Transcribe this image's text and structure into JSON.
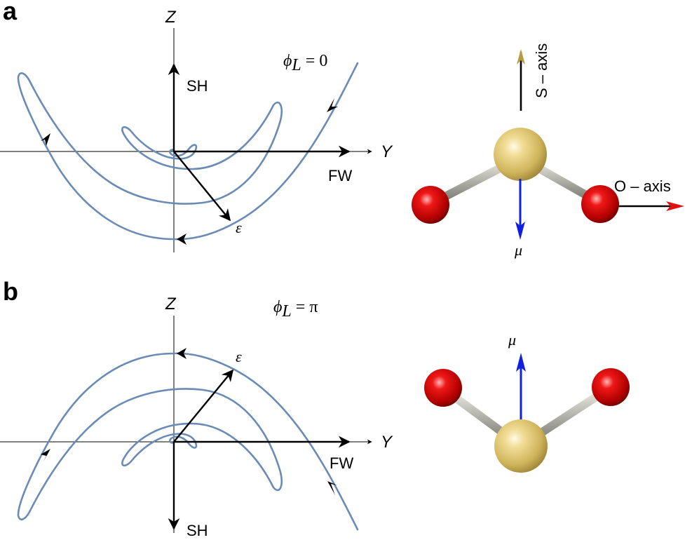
{
  "panel_a": {
    "letter": "a",
    "z_label": "Z",
    "y_label": "Y",
    "sh_label": "SH",
    "fw_label": "FW",
    "eps_label": "ε",
    "phi_label": "ϕ",
    "phi_sub": "L",
    "phi_value": " = 0",
    "s_axis_label": "S – axis",
    "o_axis_label": "O – axis",
    "mu_label": "μ"
  },
  "panel_b": {
    "letter": "b",
    "z_label": "Z",
    "y_label": "Y",
    "sh_label": "SH",
    "fw_label": "FW",
    "eps_label": "ε",
    "phi_label": "ϕ",
    "phi_sub": "L",
    "phi_value": " = π",
    "mu_label": "μ"
  },
  "colors": {
    "curve": "#6a8bb5",
    "sulfur": "#d9c26a",
    "oxygen": "#d01010",
    "dipole": "#1020e0",
    "o_axis": "#e01010",
    "s_axis": "#b89a40",
    "bond": "#a8a8a0"
  }
}
